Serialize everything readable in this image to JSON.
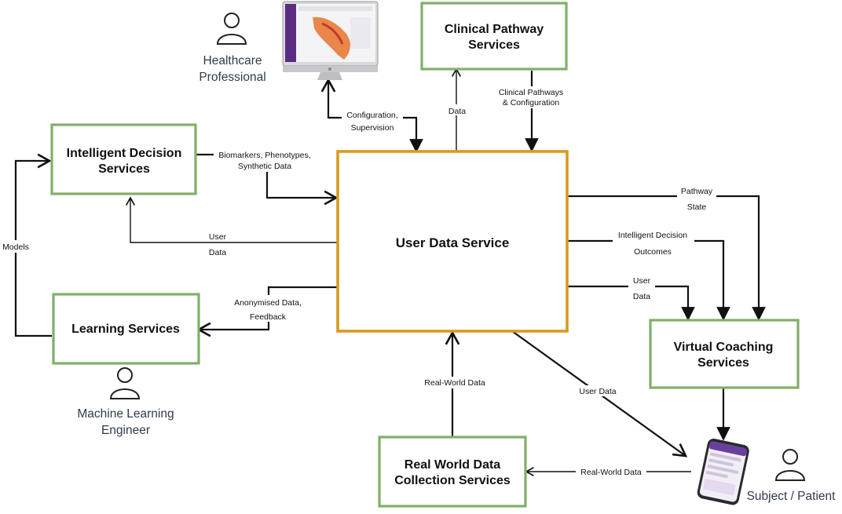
{
  "colors": {
    "service_border": "#7fb069",
    "center_border": "#d89a1e",
    "line": "#111111",
    "actor_text": "#2f3b4c"
  },
  "boxes": {
    "intelligent_decision": [
      "Intelligent Decision",
      "Services"
    ],
    "learning": [
      "Learning Services"
    ],
    "clinical_pathway": [
      "Clinical Pathway",
      "Services"
    ],
    "user_data": [
      "User Data Service"
    ],
    "virtual_coaching": [
      "Virtual Coaching",
      "Services"
    ],
    "real_world": [
      "Real World Data",
      "Collection Services"
    ]
  },
  "actors": {
    "healthcare_professional": [
      "Healthcare",
      "Professional"
    ],
    "ml_engineer": [
      "Machine Learning",
      "Engineer"
    ],
    "subject_patient": [
      "Subject / Patient"
    ]
  },
  "edge_labels": {
    "models": [
      "Models"
    ],
    "biomarkers": [
      "Biomarkers, Phenotypes,",
      "Synthetic Data"
    ],
    "user_data_to_ids": [
      "User",
      "Data"
    ],
    "anonymised": [
      "Anonymised Data,",
      "Feedback"
    ],
    "configuration": [
      "Configuration,",
      "Supervision"
    ],
    "data_up": [
      "Data"
    ],
    "clinical_config": [
      "Clinical Pathways",
      "& Configuration"
    ],
    "pathway_state": [
      "Pathway",
      "State"
    ],
    "idc_outcomes": [
      "Intelligent Decision",
      "Outcomes"
    ],
    "user_data_to_vc": [
      "User",
      "Data"
    ],
    "rwd_up": [
      "Real-World Data"
    ],
    "user_data_diag": [
      "User Data"
    ],
    "rwd_from_phone": [
      "Real-World Data"
    ]
  },
  "icons": {
    "monitor": "desktop-monitor-icon",
    "phone": "smartphone-icon",
    "person": "person-icon"
  }
}
